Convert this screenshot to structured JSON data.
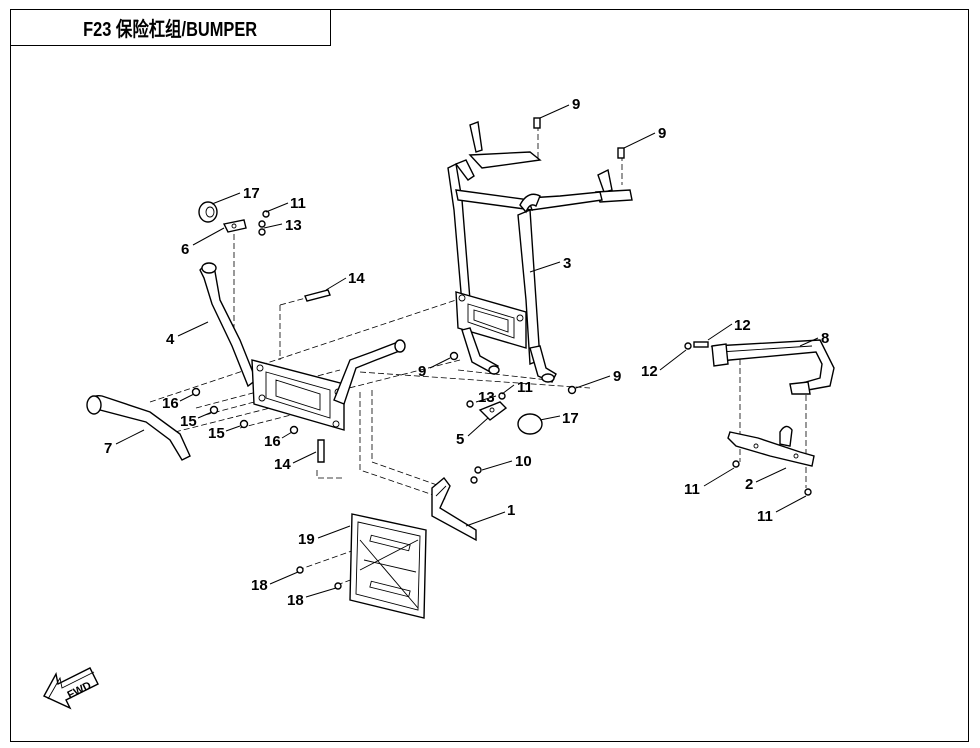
{
  "title": "F23 保险杠组/BUMPER",
  "fwd_label": "FWD",
  "callouts": [
    {
      "id": "c9a",
      "text": "9"
    },
    {
      "id": "c9b",
      "text": "9"
    },
    {
      "id": "c17a",
      "text": "17"
    },
    {
      "id": "c11a",
      "text": "11"
    },
    {
      "id": "c13a",
      "text": "13"
    },
    {
      "id": "c6",
      "text": "6"
    },
    {
      "id": "c3",
      "text": "3"
    },
    {
      "id": "c14a",
      "text": "14"
    },
    {
      "id": "c4",
      "text": "4"
    },
    {
      "id": "c12a",
      "text": "12"
    },
    {
      "id": "c8",
      "text": "8"
    },
    {
      "id": "c12b",
      "text": "12"
    },
    {
      "id": "c9c",
      "text": "9"
    },
    {
      "id": "c9d",
      "text": "9"
    },
    {
      "id": "c16a",
      "text": "16"
    },
    {
      "id": "c13b",
      "text": "13"
    },
    {
      "id": "c11b",
      "text": "11"
    },
    {
      "id": "c15a",
      "text": "15"
    },
    {
      "id": "c7",
      "text": "7"
    },
    {
      "id": "c15b",
      "text": "15"
    },
    {
      "id": "c16b",
      "text": "16"
    },
    {
      "id": "c5",
      "text": "5"
    },
    {
      "id": "c17b",
      "text": "17"
    },
    {
      "id": "c14b",
      "text": "14"
    },
    {
      "id": "c10",
      "text": "10"
    },
    {
      "id": "c11c",
      "text": "11"
    },
    {
      "id": "c2",
      "text": "2"
    },
    {
      "id": "c11d",
      "text": "11"
    },
    {
      "id": "c1",
      "text": "1"
    },
    {
      "id": "c19",
      "text": "19"
    },
    {
      "id": "c18a",
      "text": "18"
    },
    {
      "id": "c18b",
      "text": "18"
    }
  ]
}
